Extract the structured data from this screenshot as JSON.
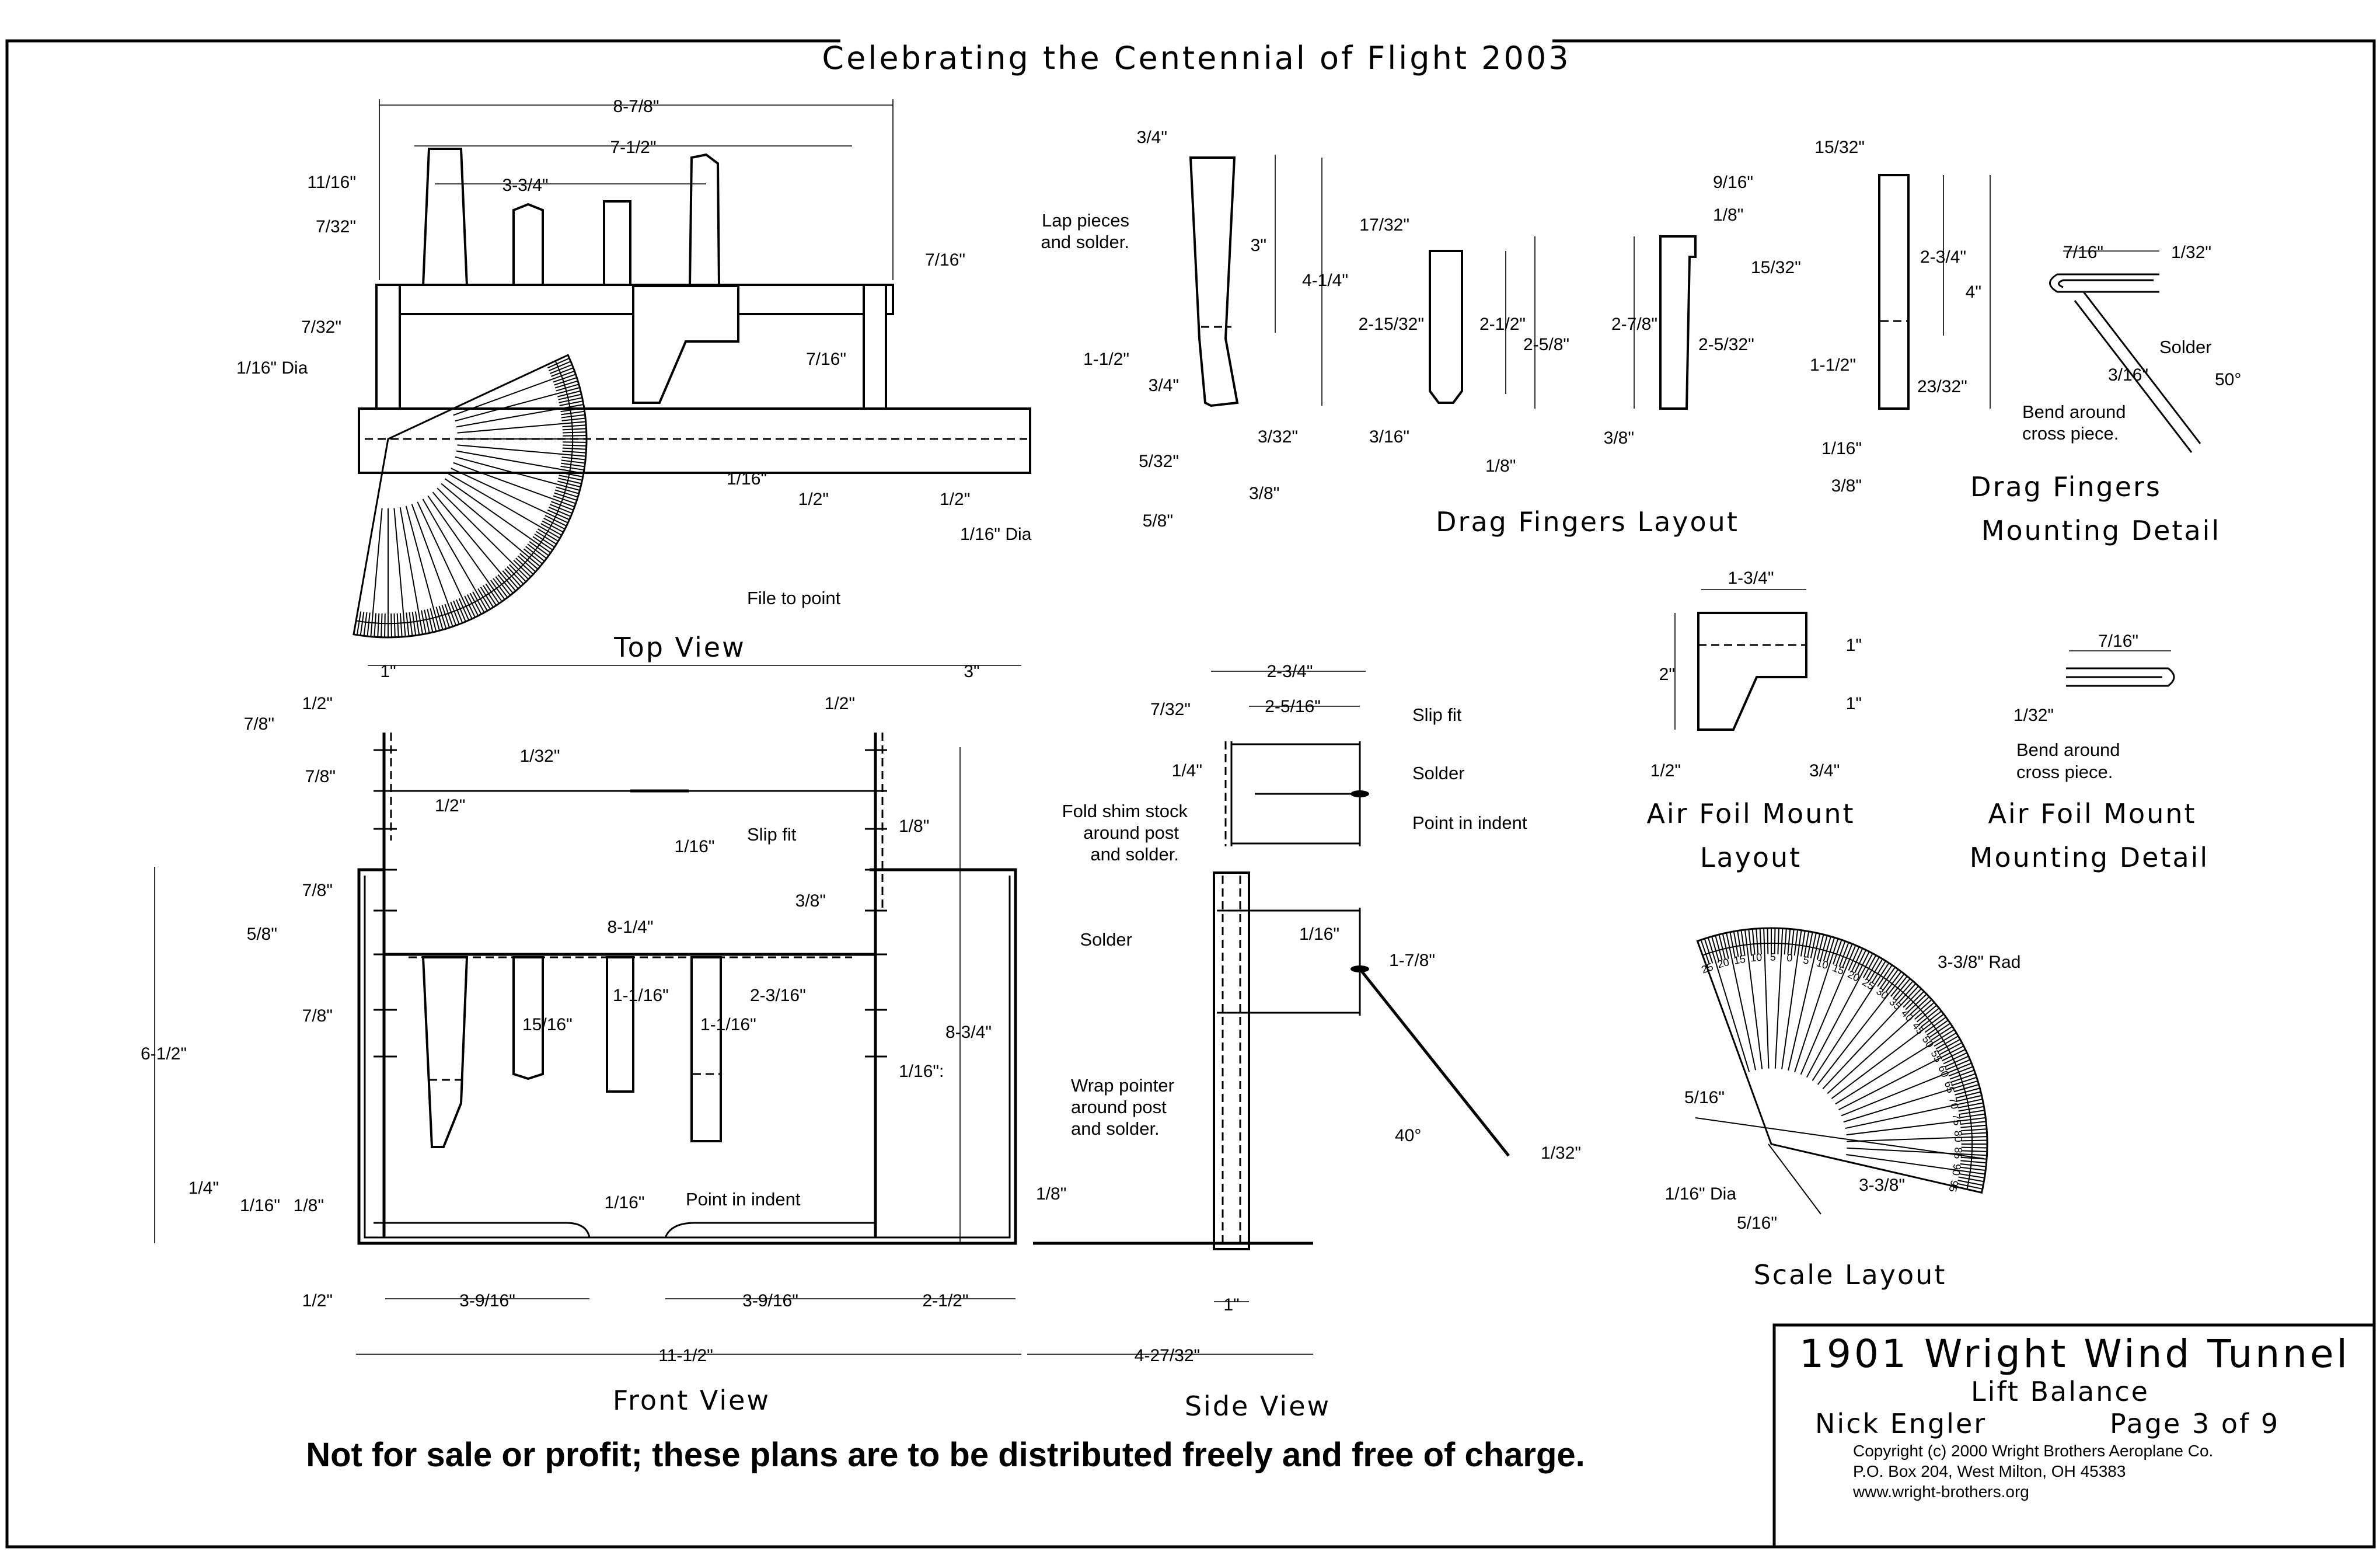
{
  "header": {
    "banner": "Celebrating the Centennial of Flight 2003"
  },
  "views": {
    "top_view": {
      "title": "Top View",
      "dims": [
        "8-7/8\"",
        "7-1/2\"",
        "3-3/4\"",
        "11/16\"",
        "7/32\"",
        "7/32\"",
        "1/16\" Dia",
        "7/16\"",
        "7/16\"",
        "1/16\"",
        "1/2\"",
        "1/2\"",
        "1/16\" Dia"
      ],
      "notes": [
        "File to point"
      ]
    },
    "drag_fingers_layout": {
      "title": "Drag Fingers Layout",
      "dims": [
        "3/4\"",
        "3\"",
        "4-1/4\"",
        "1-1/2\"",
        "3/4\"",
        "3/32\"",
        "5/32\"",
        "3/8\"",
        "5/8\"",
        "17/32\"",
        "2-15/32\"",
        "2-1/2\"",
        "2-5/8\"",
        "3/16\"",
        "1/8\"",
        "9/16\"",
        "1/8\"",
        "15/32\"",
        "2-7/8\"",
        "2-5/32\"",
        "3/8\"",
        "15/32\"",
        "2-3/4\"",
        "4\"",
        "1-1/2\"",
        "23/32\"",
        "1/16\"",
        "3/8\""
      ],
      "notes": [
        "Lap pieces\nand solder."
      ]
    },
    "drag_fingers_mounting": {
      "title": "Drag Fingers Mounting Detail",
      "dims": [
        "7/16\"",
        "1/32\"",
        "3/16\"",
        "50°"
      ],
      "notes": [
        "Solder",
        "Bend around\ncross piece."
      ]
    },
    "airfoil_mount_layout": {
      "title": "Air Foil Mount Layout",
      "dims": [
        "1-3/4\"",
        "2\"",
        "1\"",
        "1\"",
        "1/2\"",
        "3/4\""
      ]
    },
    "airfoil_mount_detail": {
      "title": "Air Foil Mount Mounting Detail",
      "dims": [
        "7/16\"",
        "1/32\""
      ],
      "notes": [
        "Bend around\ncross piece."
      ]
    },
    "front_view": {
      "title": "Front View",
      "dims": [
        "1\"",
        "3\"",
        "1/2\"",
        "1/2\"",
        "7/8\"",
        "7/8\"",
        "1/32\"",
        "1/2\"",
        "1/8\"",
        "1/16\"",
        "7/8\"",
        "5/8\"",
        "7/8\"",
        "3/8\"",
        "8-1/4\"",
        "15/16\"",
        "1-1/16\"",
        "2-3/16\"",
        "1-1/16\"",
        "8-3/4\"",
        "6-1/2\"",
        "1/16\":",
        "1/4\"",
        "1/16\"",
        "1/8\"",
        "1/16\"",
        "1/8\"",
        "1/2\"",
        "3-9/16\"",
        "3-9/16\"",
        "2-1/2\"",
        "11-1/2\""
      ],
      "notes": [
        "Slip fit",
        "Wrap pointer\naround post\nand solder.",
        "Point in indent"
      ]
    },
    "side_view": {
      "title": "Side View",
      "dims": [
        "2-3/4\"",
        "7/32\"",
        "2-5/16\"",
        "1/4\"",
        "1/16\"",
        "1-7/8\"",
        "40°",
        "1/32\"",
        "1\"",
        "4-27/32\""
      ],
      "notes": [
        "Slip fit",
        "Solder",
        "Point in indent",
        "Fold shim stock\naround post\nand solder.",
        "Solder"
      ]
    },
    "scale_layout": {
      "title": "Scale Layout",
      "dims": [
        "3-3/8\" Rad",
        "5/16\"",
        "1/16\" Dia",
        "3-3/8\"",
        "5/16\""
      ],
      "scale_numbers": [
        "95",
        "90",
        "85",
        "80",
        "75",
        "70",
        "65",
        "60",
        "55",
        "50",
        "45",
        "40",
        "35",
        "30",
        "25",
        "20",
        "15",
        "10",
        "5",
        "0",
        "5",
        "10",
        "15",
        "20",
        "25"
      ]
    }
  },
  "title_block": {
    "title": "1901 Wright Wind Tunnel",
    "subtitle": "Lift Balance",
    "author": "Nick Engler",
    "page": "Page 3 of 9",
    "copyright": "Copyright  (c) 2000 Wright Brothers Aeroplane Co.",
    "address": "P.O. Box 204, West Milton, OH  45383",
    "website": "www.wright-brothers.org"
  },
  "notice": "Not for sale or profit; these plans are to be distributed freely and free of charge."
}
